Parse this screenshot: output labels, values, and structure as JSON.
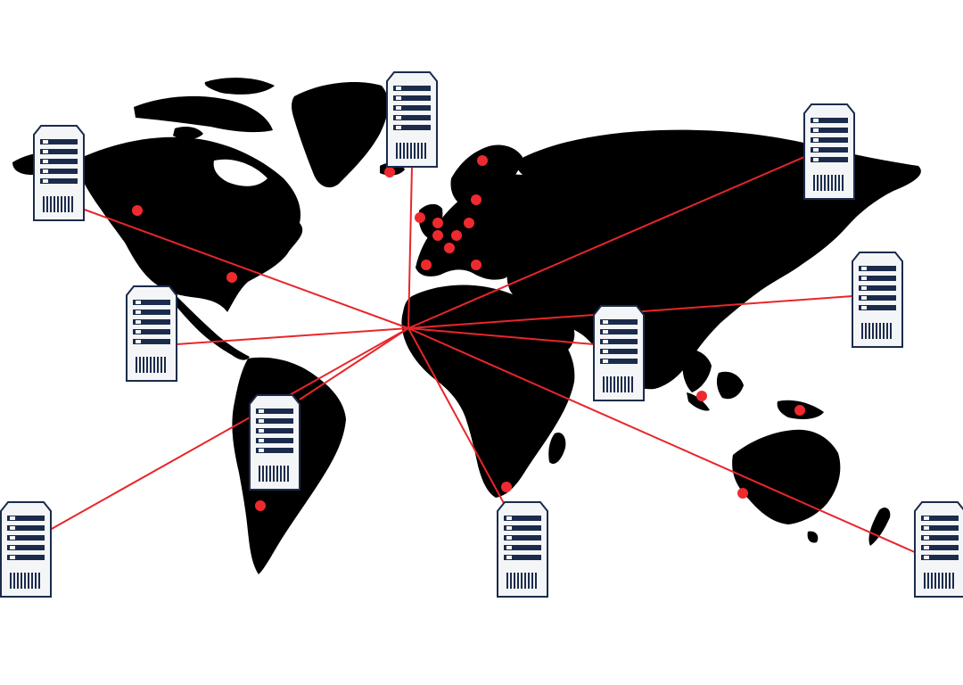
{
  "colors": {
    "background": "#ffffff",
    "land": "#000000",
    "link": "#e8262a",
    "dot": "#ee2a2f",
    "server_body": "#f4f5f7",
    "server_outline": "#1b2b4b",
    "server_slot": "#1b2b4b"
  },
  "icons": {
    "server": "server-icon",
    "location": "location-dot"
  },
  "hub": {
    "name": "central-hub"
  },
  "servers": [
    {
      "name": "server-alaska"
    },
    {
      "name": "server-greenland"
    },
    {
      "name": "server-siberia"
    },
    {
      "name": "server-central-america"
    },
    {
      "name": "server-east-asia"
    },
    {
      "name": "server-arabia"
    },
    {
      "name": "server-south-america"
    },
    {
      "name": "server-south-pacific-west"
    },
    {
      "name": "server-south-africa"
    },
    {
      "name": "server-new-zealand"
    }
  ],
  "locations": [
    {
      "name": "location-western-canada"
    },
    {
      "name": "location-us-east"
    },
    {
      "name": "location-iceland"
    },
    {
      "name": "location-scandinavia"
    },
    {
      "name": "location-baltic"
    },
    {
      "name": "location-ireland"
    },
    {
      "name": "location-uk"
    },
    {
      "name": "location-netherlands"
    },
    {
      "name": "location-germany"
    },
    {
      "name": "location-france"
    },
    {
      "name": "location-switzerland"
    },
    {
      "name": "location-spain"
    },
    {
      "name": "location-italy"
    },
    {
      "name": "location-indonesia"
    },
    {
      "name": "location-papua"
    },
    {
      "name": "location-argentina"
    },
    {
      "name": "location-south-africa"
    },
    {
      "name": "location-western-australia"
    }
  ]
}
